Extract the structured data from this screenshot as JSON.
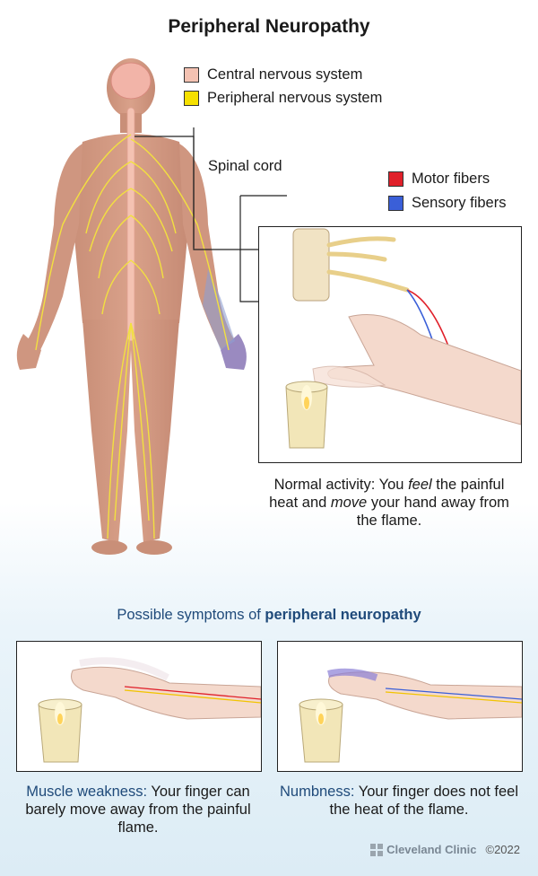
{
  "title": "Peripheral Neuropathy",
  "legend": {
    "central": {
      "label": "Central nervous system",
      "color": "#f4c2b2"
    },
    "peripheral": {
      "label": "Peripheral nervous system",
      "color": "#f5e000"
    }
  },
  "fiber_legend": {
    "motor": {
      "label": "Motor fibers",
      "color": "#e0202a"
    },
    "sensory": {
      "label": "Sensory fibers",
      "color": "#3a5fd8"
    }
  },
  "spinal_cord_label": "Spinal cord",
  "normal": {
    "lead": "Normal activity: You ",
    "feel": "feel",
    "mid": " the painful heat and ",
    "move": "move",
    "tail": " your hand away from the flame."
  },
  "symptoms_heading": {
    "lead": "Possible symptoms of ",
    "bold": "peripheral neuropathy"
  },
  "muscle": {
    "term": "Muscle weakness:",
    "text": " Your finger can barely move away from the painful flame."
  },
  "numb": {
    "term": "Numbness:",
    "text": " Your finger does not feel the heat of the flame."
  },
  "credit": {
    "brand": "Cleveland Clinic",
    "copyright": "©2022"
  }
}
